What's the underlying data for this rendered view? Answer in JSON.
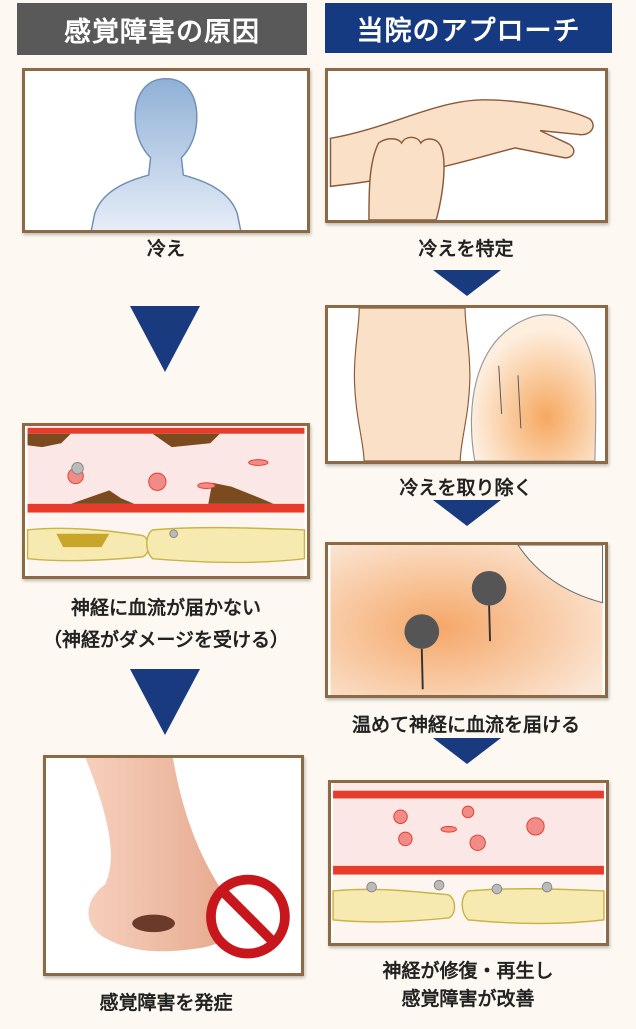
{
  "headers": {
    "left": "感覚障害の原因",
    "right": "当院のアプローチ"
  },
  "colors": {
    "left_header": "#595959",
    "right_header": "#153a82",
    "arrow": "#1a3a80",
    "panel_border": "#8b6a45"
  },
  "left_steps": [
    {
      "label": "冷え"
    },
    {
      "label": "神経に血流が届かない",
      "sublabel": "（神経がダメージを受ける）"
    },
    {
      "label": "感覚障害を発症"
    }
  ],
  "right_steps": [
    {
      "label": "冷えを特定"
    },
    {
      "label": "冷えを取り除く"
    },
    {
      "label": "温めて神経に血流を届ける"
    },
    {
      "label": "神経が修復・再生し",
      "sublabel": "感覚障害が改善"
    }
  ]
}
